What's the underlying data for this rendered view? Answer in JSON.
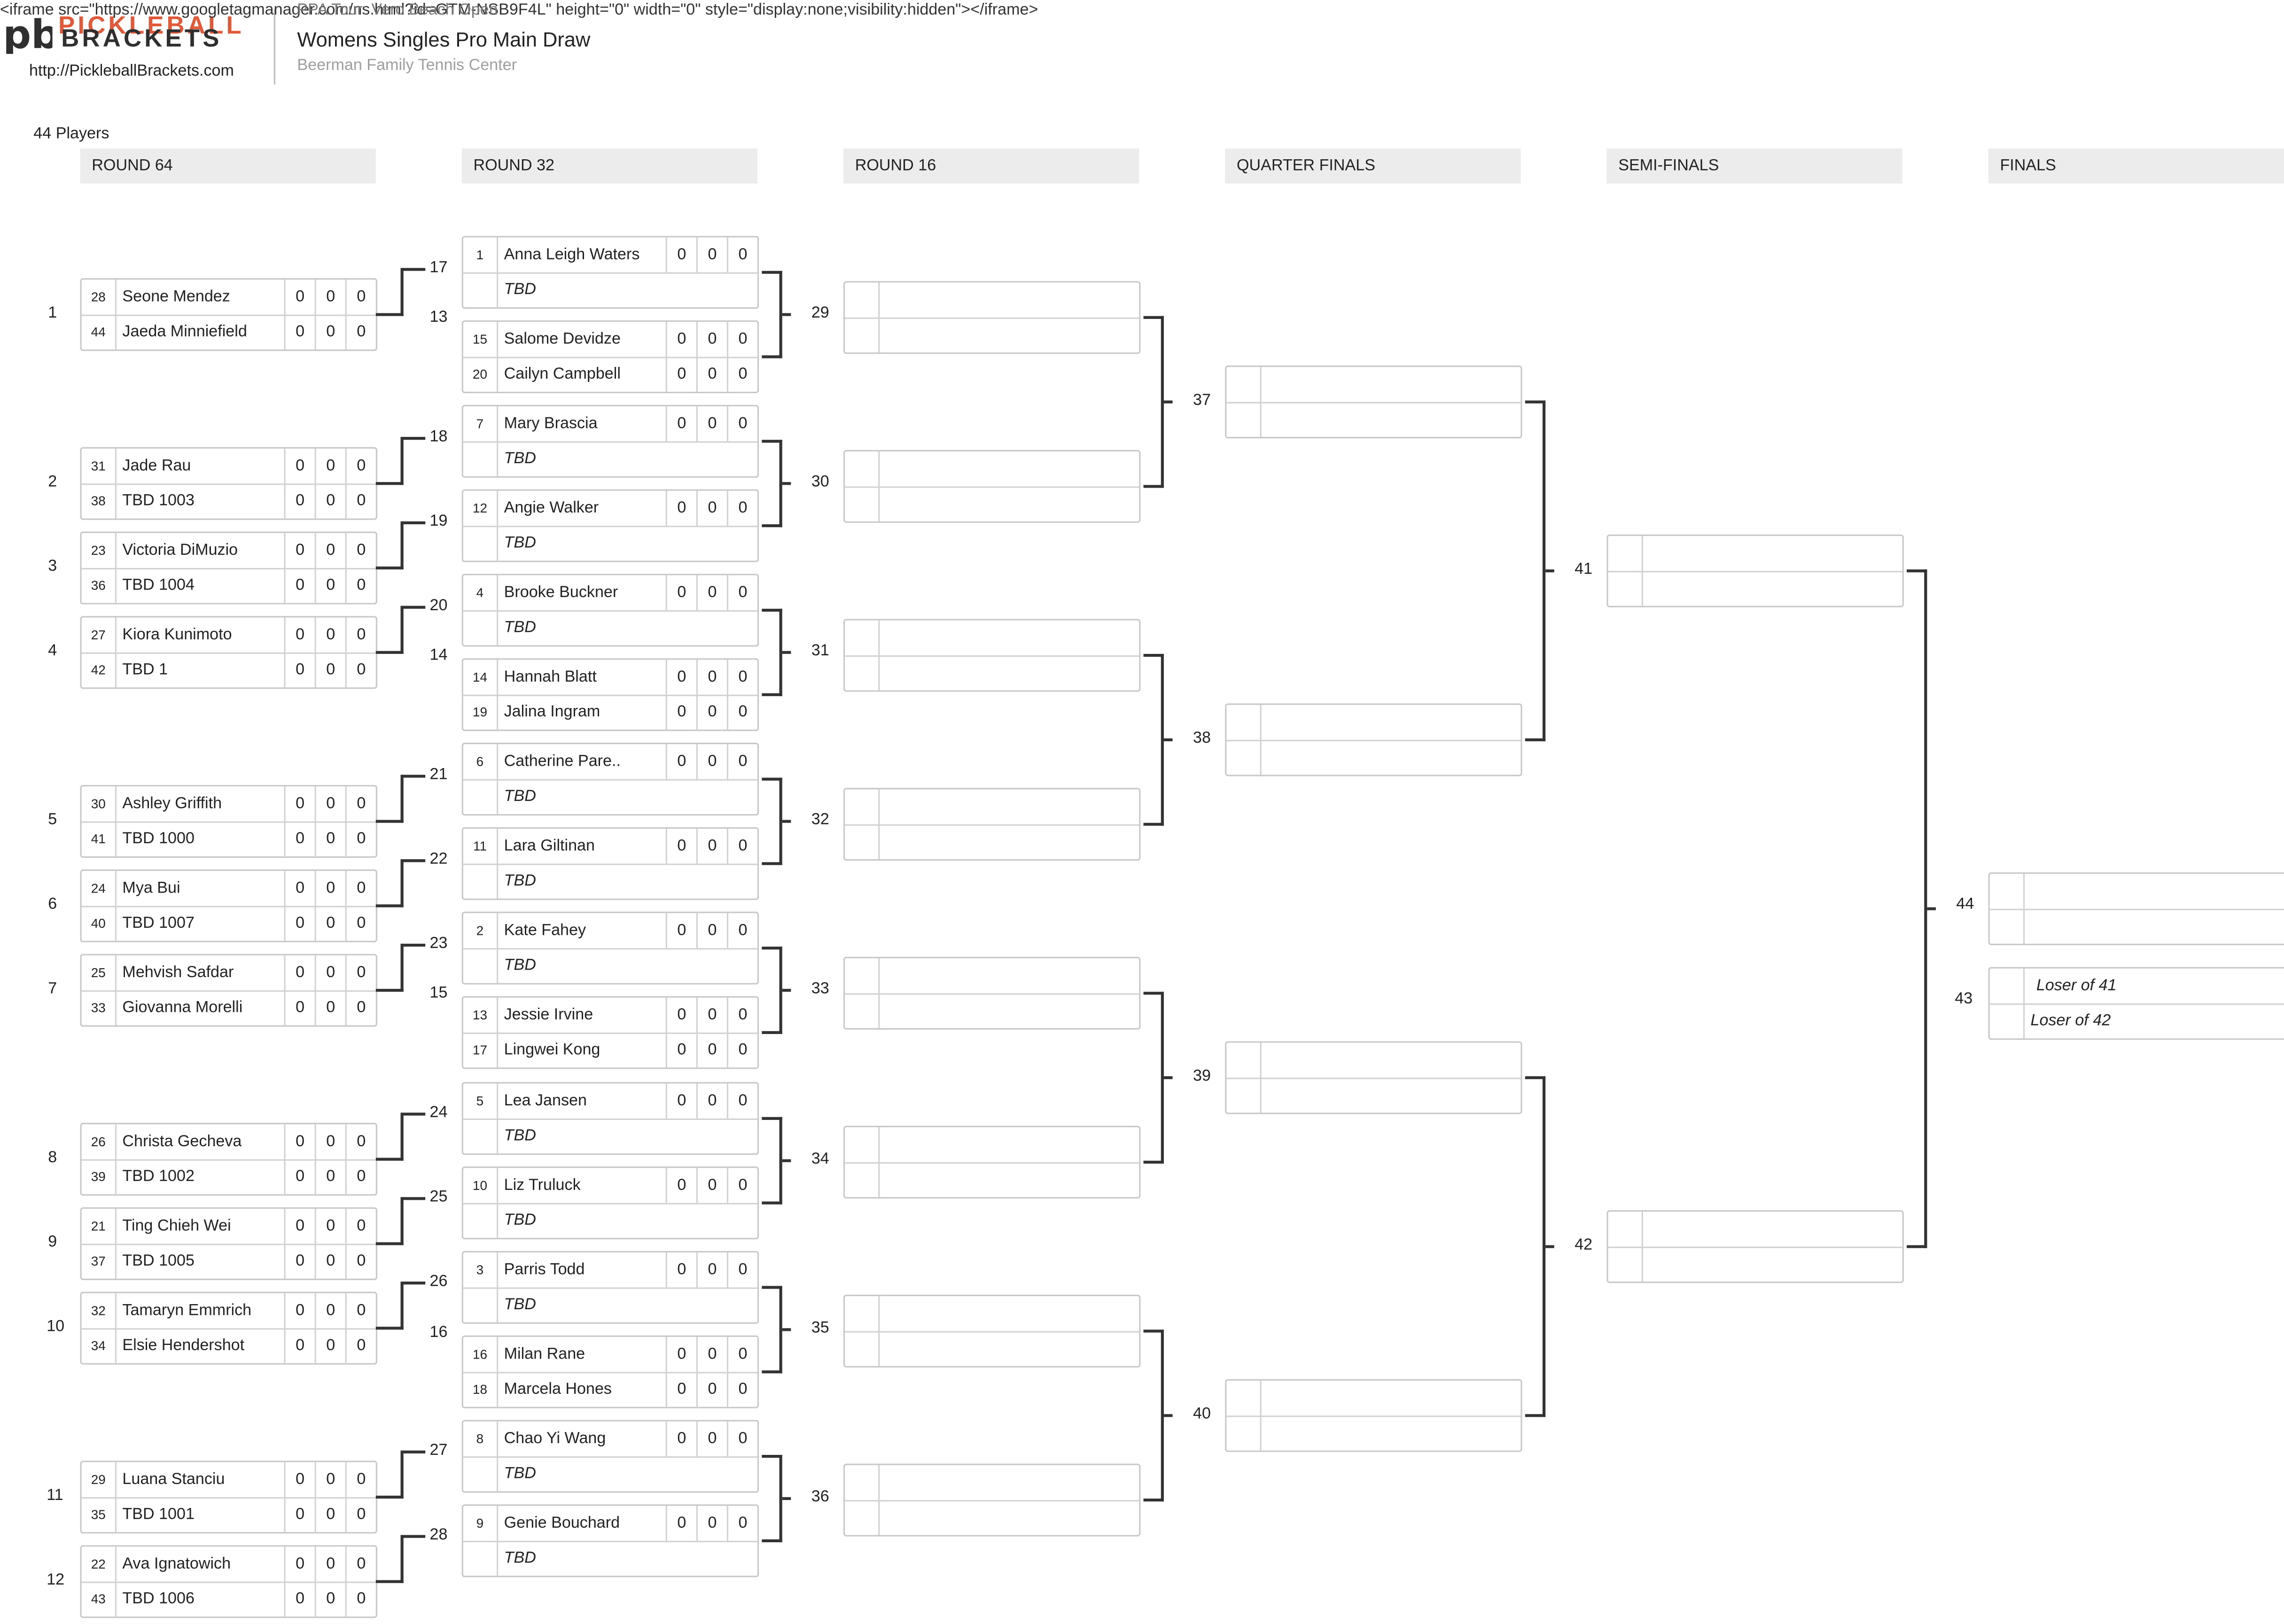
{
  "page_leak_text": "<iframe src=\"https://www.googletagmanager.com/ns.html?id=GTM-NSB9F4L\" height=\"0\" width=\"0\" style=\"display:none;visibility:hidden\"></iframe>",
  "header": {
    "logo_top": "PICKLEBALL",
    "logo_bottom": "BRACKETS",
    "site_link": "http://PickleballBrackets.com",
    "sub_text": "PPA Tour: Vero Beach Open",
    "draw_title": "Womens Singles Pro Main Draw",
    "venue": "Beerman Family Tennis Center"
  },
  "colors": {
    "brand_accent": "#e05a3a",
    "header_bg": "#ececec"
  },
  "player_count": "44 Players",
  "rounds": [
    "ROUND 64",
    "ROUND 32",
    "ROUND 16",
    "QUARTER FINALS",
    "SEMI-FINALS",
    "FINALS"
  ],
  "round64": [
    {
      "number": "1",
      "winner_to": "17",
      "players": [
        {
          "seed": "28",
          "name": "Seone Mendez",
          "scores": [
            "0",
            "0",
            "0"
          ]
        },
        {
          "seed": "44",
          "name": "Jaeda Minniefield",
          "scores": [
            "0",
            "0",
            "0"
          ]
        }
      ]
    },
    {
      "number": "2",
      "winner_to": "18",
      "players": [
        {
          "seed": "31",
          "name": "Jade Rau",
          "scores": [
            "0",
            "0",
            "0"
          ]
        },
        {
          "seed": "38",
          "name": "TBD 1003",
          "scores": [
            "0",
            "0",
            "0"
          ]
        }
      ]
    },
    {
      "number": "3",
      "winner_to": "19",
      "players": [
        {
          "seed": "23",
          "name": "Victoria DiMuzio",
          "scores": [
            "0",
            "0",
            "0"
          ]
        },
        {
          "seed": "36",
          "name": "TBD 1004",
          "scores": [
            "0",
            "0",
            "0"
          ]
        }
      ]
    },
    {
      "number": "4",
      "winner_to": "20",
      "players": [
        {
          "seed": "27",
          "name": "Kiora Kunimoto",
          "scores": [
            "0",
            "0",
            "0"
          ]
        },
        {
          "seed": "42",
          "name": "TBD 1",
          "scores": [
            "0",
            "0",
            "0"
          ]
        }
      ]
    },
    {
      "number": "5",
      "winner_to": "21",
      "players": [
        {
          "seed": "30",
          "name": "Ashley Griffith",
          "scores": [
            "0",
            "0",
            "0"
          ]
        },
        {
          "seed": "41",
          "name": "TBD 1000",
          "scores": [
            "0",
            "0",
            "0"
          ]
        }
      ]
    },
    {
      "number": "6",
      "winner_to": "22",
      "players": [
        {
          "seed": "24",
          "name": "Mya Bui",
          "scores": [
            "0",
            "0",
            "0"
          ]
        },
        {
          "seed": "40",
          "name": "TBD 1007",
          "scores": [
            "0",
            "0",
            "0"
          ]
        }
      ]
    },
    {
      "number": "7",
      "winner_to": "23",
      "players": [
        {
          "seed": "25",
          "name": "Mehvish Safdar",
          "scores": [
            "0",
            "0",
            "0"
          ]
        },
        {
          "seed": "33",
          "name": "Giovanna Morelli",
          "scores": [
            "0",
            "0",
            "0"
          ]
        }
      ]
    },
    {
      "number": "8",
      "winner_to": "24",
      "players": [
        {
          "seed": "26",
          "name": "Christa Gecheva",
          "scores": [
            "0",
            "0",
            "0"
          ]
        },
        {
          "seed": "39",
          "name": "TBD 1002",
          "scores": [
            "0",
            "0",
            "0"
          ]
        }
      ]
    },
    {
      "number": "9",
      "winner_to": "25",
      "players": [
        {
          "seed": "21",
          "name": "Ting Chieh Wei",
          "scores": [
            "0",
            "0",
            "0"
          ]
        },
        {
          "seed": "37",
          "name": "TBD 1005",
          "scores": [
            "0",
            "0",
            "0"
          ]
        }
      ]
    },
    {
      "number": "10",
      "winner_to": "26",
      "players": [
        {
          "seed": "32",
          "name": "Tamaryn Emmrich",
          "scores": [
            "0",
            "0",
            "0"
          ]
        },
        {
          "seed": "34",
          "name": "Elsie Hendershot",
          "scores": [
            "0",
            "0",
            "0"
          ]
        }
      ]
    },
    {
      "number": "11",
      "winner_to": "27",
      "players": [
        {
          "seed": "29",
          "name": "Luana Stanciu",
          "scores": [
            "0",
            "0",
            "0"
          ]
        },
        {
          "seed": "35",
          "name": "TBD 1001",
          "scores": [
            "0",
            "0",
            "0"
          ]
        }
      ]
    },
    {
      "number": "12",
      "winner_to": "28",
      "players": [
        {
          "seed": "22",
          "name": "Ava Ignatowich",
          "scores": [
            "0",
            "0",
            "0"
          ]
        },
        {
          "seed": "43",
          "name": "TBD 1006",
          "scores": [
            "0",
            "0",
            "0"
          ]
        }
      ]
    }
  ],
  "round32": [
    {
      "number": "17",
      "players": [
        {
          "seed": "1",
          "name": "Anna Leigh Waters",
          "scores": [
            "0",
            "0",
            "0"
          ]
        },
        {
          "seed": "",
          "name": "TBD",
          "tbd": true
        }
      ]
    },
    {
      "number": "13",
      "players": [
        {
          "seed": "15",
          "name": "Salome Devidze",
          "scores": [
            "0",
            "0",
            "0"
          ]
        },
        {
          "seed": "20",
          "name": "Cailyn Campbell",
          "scores": [
            "0",
            "0",
            "0"
          ]
        }
      ]
    },
    {
      "number": "18",
      "players": [
        {
          "seed": "7",
          "name": "Mary Brascia",
          "scores": [
            "0",
            "0",
            "0"
          ]
        },
        {
          "seed": "",
          "name": "TBD",
          "tbd": true
        }
      ]
    },
    {
      "number": "19",
      "players": [
        {
          "seed": "12",
          "name": "Angie Walker",
          "scores": [
            "0",
            "0",
            "0"
          ]
        },
        {
          "seed": "",
          "name": "TBD",
          "tbd": true
        }
      ]
    },
    {
      "number": "20",
      "players": [
        {
          "seed": "4",
          "name": "Brooke Buckner",
          "scores": [
            "0",
            "0",
            "0"
          ]
        },
        {
          "seed": "",
          "name": "TBD",
          "tbd": true
        }
      ]
    },
    {
      "number": "14",
      "players": [
        {
          "seed": "14",
          "name": "Hannah Blatt",
          "scores": [
            "0",
            "0",
            "0"
          ]
        },
        {
          "seed": "19",
          "name": "Jalina Ingram",
          "scores": [
            "0",
            "0",
            "0"
          ]
        }
      ]
    },
    {
      "number": "21",
      "players": [
        {
          "seed": "6",
          "name": "Catherine Pare..",
          "scores": [
            "0",
            "0",
            "0"
          ]
        },
        {
          "seed": "",
          "name": "TBD",
          "tbd": true
        }
      ]
    },
    {
      "number": "22",
      "players": [
        {
          "seed": "11",
          "name": "Lara Giltinan",
          "scores": [
            "0",
            "0",
            "0"
          ]
        },
        {
          "seed": "",
          "name": "TBD",
          "tbd": true
        }
      ]
    },
    {
      "number": "23",
      "players": [
        {
          "seed": "2",
          "name": "Kate Fahey",
          "scores": [
            "0",
            "0",
            "0"
          ]
        },
        {
          "seed": "",
          "name": "TBD",
          "tbd": true
        }
      ]
    },
    {
      "number": "15",
      "players": [
        {
          "seed": "13",
          "name": "Jessie Irvine",
          "scores": [
            "0",
            "0",
            "0"
          ]
        },
        {
          "seed": "17",
          "name": "Lingwei Kong",
          "scores": [
            "0",
            "0",
            "0"
          ]
        }
      ]
    },
    {
      "number": "24",
      "players": [
        {
          "seed": "5",
          "name": "Lea Jansen",
          "scores": [
            "0",
            "0",
            "0"
          ]
        },
        {
          "seed": "",
          "name": "TBD",
          "tbd": true
        }
      ]
    },
    {
      "number": "25",
      "players": [
        {
          "seed": "10",
          "name": "Liz Truluck",
          "scores": [
            "0",
            "0",
            "0"
          ]
        },
        {
          "seed": "",
          "name": "TBD",
          "tbd": true
        }
      ]
    },
    {
      "number": "26",
      "players": [
        {
          "seed": "3",
          "name": "Parris Todd",
          "scores": [
            "0",
            "0",
            "0"
          ]
        },
        {
          "seed": "",
          "name": "TBD",
          "tbd": true
        }
      ]
    },
    {
      "number": "16",
      "players": [
        {
          "seed": "16",
          "name": "Milan Rane",
          "scores": [
            "0",
            "0",
            "0"
          ]
        },
        {
          "seed": "18",
          "name": "Marcela Hones",
          "scores": [
            "0",
            "0",
            "0"
          ]
        }
      ]
    },
    {
      "number": "27",
      "players": [
        {
          "seed": "8",
          "name": "Chao Yi Wang",
          "scores": [
            "0",
            "0",
            "0"
          ]
        },
        {
          "seed": "",
          "name": "TBD",
          "tbd": true
        }
      ]
    },
    {
      "number": "28",
      "players": [
        {
          "seed": "9",
          "name": "Genie Bouchard",
          "scores": [
            "0",
            "0",
            "0"
          ]
        },
        {
          "seed": "",
          "name": "TBD",
          "tbd": true
        }
      ]
    }
  ],
  "round16": [
    {
      "number": "29"
    },
    {
      "number": "30"
    },
    {
      "number": "31"
    },
    {
      "number": "32"
    },
    {
      "number": "33"
    },
    {
      "number": "34"
    },
    {
      "number": "35"
    },
    {
      "number": "36"
    }
  ],
  "quarter_finals": [
    {
      "number": "37"
    },
    {
      "number": "38"
    },
    {
      "number": "39"
    },
    {
      "number": "40"
    }
  ],
  "semi_finals": [
    {
      "number": "41"
    },
    {
      "number": "42"
    }
  ],
  "finals": [
    {
      "number": "44",
      "players": [
        {
          "name": ""
        },
        {
          "name": ""
        }
      ]
    },
    {
      "number": "43",
      "players": [
        {
          "name": "Loser of 41"
        },
        {
          "name": "Loser of 42"
        }
      ]
    }
  ]
}
